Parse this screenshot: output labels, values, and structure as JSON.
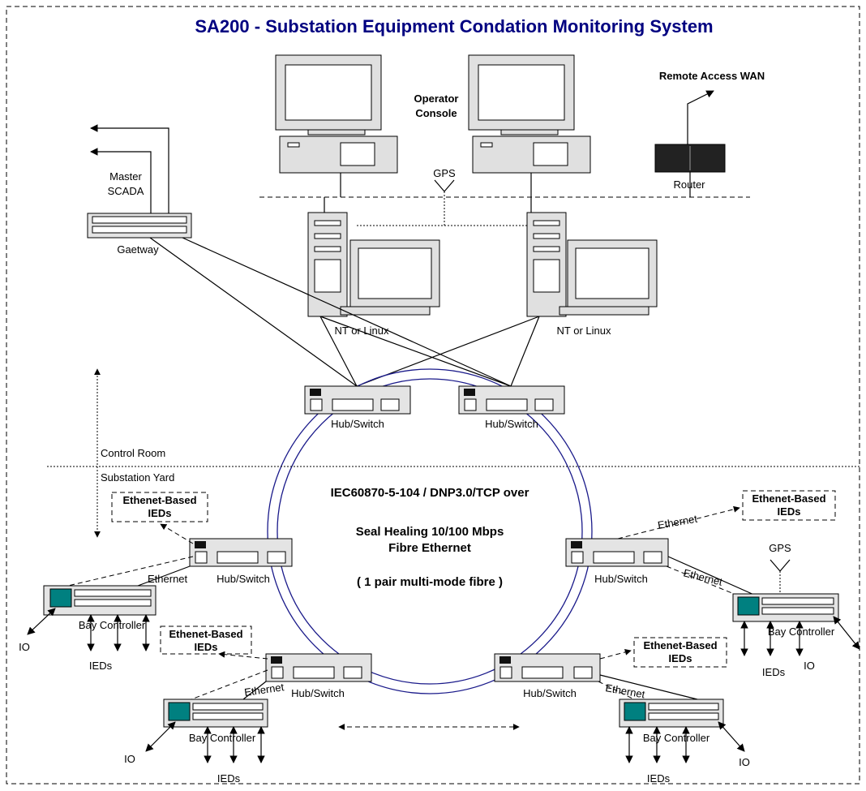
{
  "title": "SA200 - Substation Equipment Condation Monitoring System",
  "labels": {
    "operator_console_line1": "Operator",
    "operator_console_line2": "Console",
    "remote_access": "Remote Access WAN",
    "router": "Router",
    "gps": "GPS",
    "master_scada_line1": "Master",
    "master_scada_line2": "SCADA",
    "gateway": "Gaetway",
    "server_left": "NT or Linux",
    "server_right": "NT or Linux",
    "hub_switch": "Hub/Switch",
    "control_room": "Control Room",
    "substation_yard": "Substation Yard",
    "ethernet": "Ethernet",
    "bay_controller": "Bay Controller",
    "ieds": "IEDs",
    "io": "IO",
    "ied_box_line1": "Ethenet-Based",
    "ied_box_line2": "IEDs"
  },
  "ring_text": {
    "line1": "IEC60870-5-104 / DNP3.0/TCP over",
    "line2": "Seal Healing 10/100 Mbps",
    "line3": "Fibre Ethernet",
    "line4": "( 1 pair multi-mode fibre )"
  },
  "colors": {
    "title": "#000080",
    "ring": "#1a1a8a",
    "bay_controller_panel": "#008080"
  }
}
